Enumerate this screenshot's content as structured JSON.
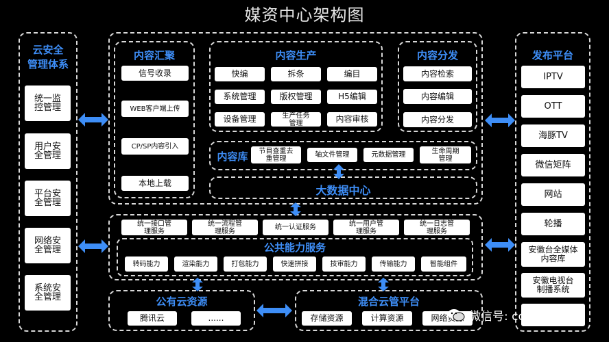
{
  "title": "媒资中心架构图",
  "colors": {
    "accent": "#3e8ef7",
    "box": "#ffffff",
    "border": "#d9d9d9",
    "background": "#000000"
  },
  "security": {
    "header_line1": "云安全",
    "header_line2": "管理体系",
    "items": [
      "统一监控管理",
      "用户安全管理",
      "平台安全管理",
      "网络安全管理",
      "系统安全管理"
    ]
  },
  "aggregation": {
    "header": "内容汇聚",
    "items": [
      "信号收录",
      "WEB客户端上传",
      "CP/SP内容引入",
      "本地上载"
    ]
  },
  "production": {
    "header": "内容生产",
    "items": [
      "快编",
      "拆条",
      "编目",
      "系统管理",
      "版权管理",
      "H5编辑",
      "设备管理",
      "生产任务管理",
      "内容审核"
    ]
  },
  "distribution": {
    "header": "内容分发",
    "items": [
      "内容检索",
      "内容编辑",
      "内容分发"
    ]
  },
  "library": {
    "header": "内容库",
    "items": [
      "节目查重去重管理",
      "轴文件管理",
      "元数据管理",
      "生命周期管理"
    ]
  },
  "bigdata": {
    "label": "大数据中心"
  },
  "public_services": {
    "header": "公共能力服务",
    "top_items": [
      "统一接口管理服务",
      "统一流程管理服务",
      "统一认证服务",
      "统一用户管理服务",
      "统一日志管理服务"
    ],
    "items": [
      "转码能力",
      "渲染能力",
      "打包能力",
      "快速拼接",
      "技审能力",
      "传输能力",
      "智能组件"
    ]
  },
  "public_cloud": {
    "header": "公有云资源",
    "items": [
      "腾讯云",
      "......"
    ]
  },
  "hybrid_cloud": {
    "header": "混合云管平台",
    "items": [
      "存储资源",
      "计算资源",
      "网络资源"
    ]
  },
  "publish": {
    "header": "发布平台",
    "items": [
      "IPTV",
      "OTT",
      "海豚TV",
      "微信矩阵",
      "网站",
      "轮播",
      "安徽台全媒体内容库",
      "安徽电视台制播系统"
    ]
  },
  "watermark": {
    "text": "微信号: ccatvcom",
    "icon": "wechat-icon"
  }
}
